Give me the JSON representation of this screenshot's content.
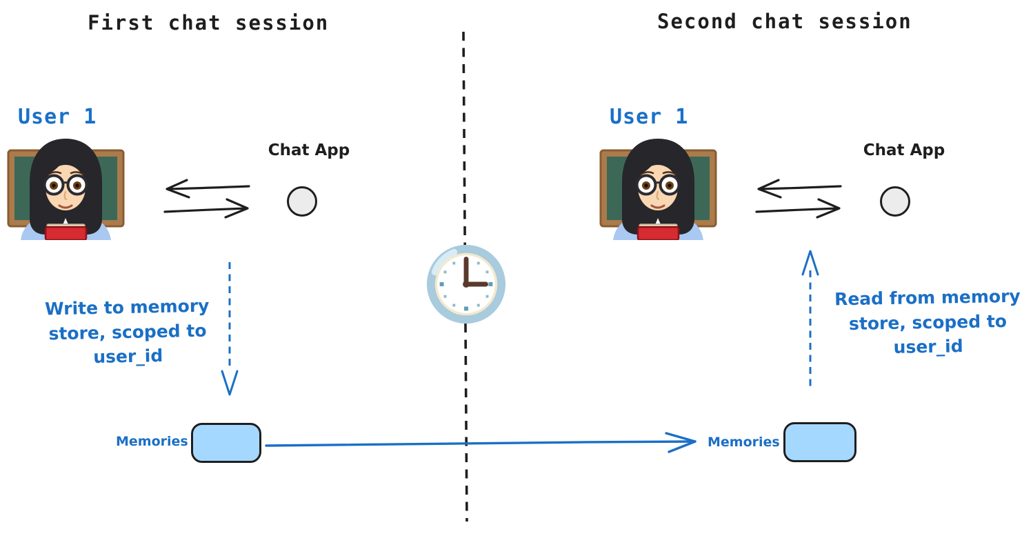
{
  "colors": {
    "accent_blue": "#1b6fc5",
    "user_label_blue": "#1a70c8",
    "memory_box_fill": "#a5d8ff",
    "stroke_black": "#1e1e1e",
    "chat_node_fill": "#ececec",
    "clock_rim_blue": "#a8cbdd"
  },
  "divider": {
    "icon": "clock-three-oclock-emoji"
  },
  "left_session": {
    "title": "First chat session",
    "user_label": "User 1",
    "user_icon": "woman-teacher-emoji",
    "chat_app_label": "Chat App",
    "note": "Write to memory store, scoped to user_id",
    "note_lines": [
      "Write to memory",
      "store, scoped to",
      "user_id"
    ],
    "memories_label": "Memories"
  },
  "right_session": {
    "title": "Second chat session",
    "user_label": "User 1",
    "user_icon": "woman-teacher-emoji",
    "chat_app_label": "Chat App",
    "note": "Read from memory store, scoped to user_id",
    "note_lines": [
      "Read from memory",
      "store, scoped to",
      "user_id"
    ],
    "memories_label": "Memories"
  }
}
